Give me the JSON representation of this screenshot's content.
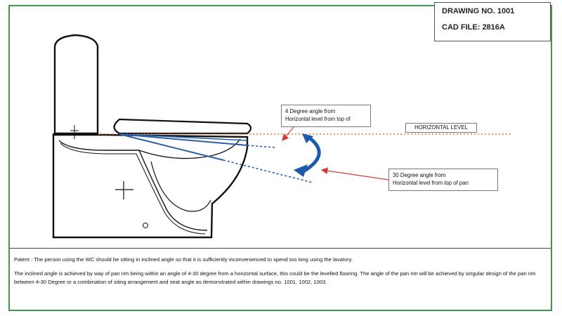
{
  "title_block": {
    "drawing_no": "DRAWING NO. 1001",
    "cad_file": "CAD FILE: 2816A"
  },
  "labels": {
    "horizontal_level": "HORIZONTAL LEVEL",
    "angle_4_line1": "4 Degree angle from",
    "angle_4_line2": "Horizontal level from top of",
    "angle_30_line1": "30 Degree angle from",
    "angle_30_line2": "Horizontal level from top of pan"
  },
  "notes": {
    "patent": "Patent : The person using the WC should be sitting in inclined angle so that it is sufficiently inconvenienced to spend too long using the lavatory.",
    "description": "The inclined angle is achieved by way of pan rim being within an angle of 4-30 degree from a horizontal surface, this could be the levelled flooring. The angle of the pan rim will be achieved by singular design of the pan rim between 4-30 Degree or a combination of siting arrangement and seat angle as demonstrated within drawings no. 1001, 1002, 1003."
  },
  "colors": {
    "frame": "#3c9a4a",
    "angle_lines": "#2a5fa8",
    "horizontal_level": "#e07a2a",
    "callout_arrows": "#d23a3a",
    "outline": "#111111"
  }
}
